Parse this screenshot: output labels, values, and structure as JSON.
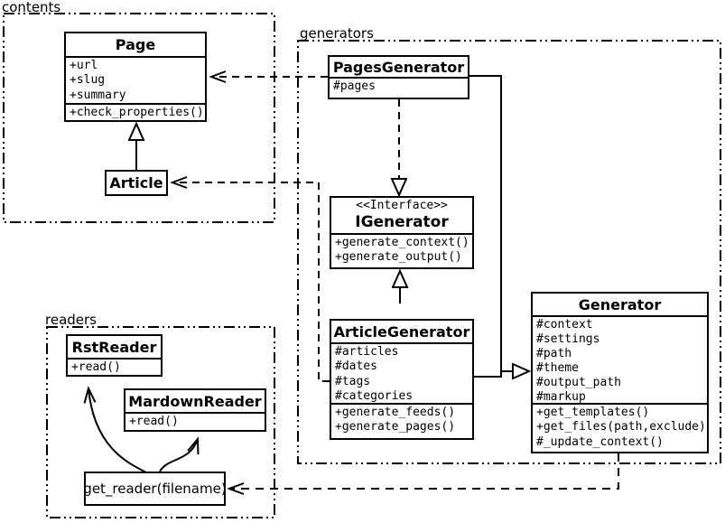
{
  "packages": {
    "contents": {
      "label": "contents"
    },
    "generators": {
      "label": "generators"
    },
    "readers": {
      "label": "readers"
    }
  },
  "classes": {
    "page": {
      "name": "Page",
      "attrs": [
        "+url",
        "+slug",
        "+summary"
      ],
      "methods": [
        "+check_properties()"
      ]
    },
    "article": {
      "name": "Article"
    },
    "pages_generator": {
      "name": "PagesGenerator",
      "attrs": [
        "#pages"
      ]
    },
    "igenerator": {
      "stereotype": "<<Interface>>",
      "name": "IGenerator",
      "methods": [
        "+generate_context()",
        "+generate_output()"
      ]
    },
    "article_generator": {
      "name": "ArticleGenerator",
      "attrs": [
        "#articles",
        "#dates",
        "#tags",
        "#categories"
      ],
      "methods": [
        "+generate_feeds()",
        "+generate_pages()"
      ]
    },
    "generator": {
      "name": "Generator",
      "attrs": [
        "#context",
        "#settings",
        "#path",
        "#theme",
        "#output_path",
        "#markup"
      ],
      "methods": [
        "+get_templates()",
        "+get_files(path,exclude)",
        "#_update_context()"
      ]
    },
    "rst_reader": {
      "name": "RstReader",
      "methods": [
        "+read()"
      ]
    },
    "mardown_reader": {
      "name": "MardownReader",
      "methods": [
        "+read()"
      ]
    },
    "get_reader": {
      "name": "get_reader(filename)"
    }
  },
  "relationships": [
    {
      "type": "generalization",
      "from": "Article",
      "to": "Page"
    },
    {
      "type": "dependency",
      "from": "PagesGenerator",
      "to": "Page"
    },
    {
      "type": "realization",
      "from": "PagesGenerator",
      "to": "IGenerator"
    },
    {
      "type": "generalization",
      "from": "ArticleGenerator",
      "to": "IGenerator"
    },
    {
      "type": "dependency",
      "from": "ArticleGenerator",
      "to": "Article"
    },
    {
      "type": "generalization",
      "from": "PagesGenerator",
      "to": "Generator"
    },
    {
      "type": "generalization",
      "from": "ArticleGenerator",
      "to": "Generator"
    },
    {
      "type": "dependency",
      "from": "Generator",
      "to": "get_reader(filename)"
    },
    {
      "type": "dependency",
      "from": "get_reader(filename)",
      "to": "RstReader"
    },
    {
      "type": "dependency",
      "from": "get_reader(filename)",
      "to": "MardownReader"
    }
  ],
  "colors": {
    "line": "#000000",
    "background": "#ffffff",
    "box_fill": "#ffffff"
  }
}
